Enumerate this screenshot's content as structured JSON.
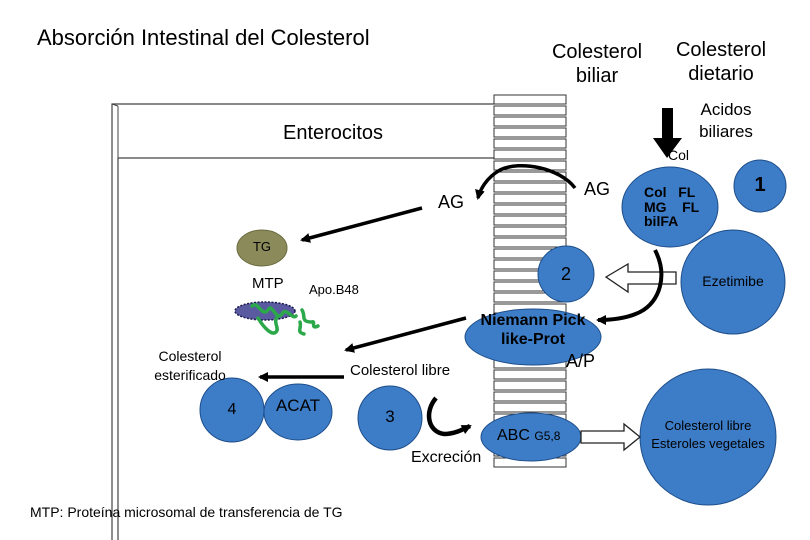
{
  "title": "Absorción Intestinal del Colesterol",
  "sources": {
    "biliar": [
      "Colesterol",
      "biliar"
    ],
    "dietario": [
      "Colesterol",
      "dietario"
    ]
  },
  "lumen": {
    "acidos_biliares": [
      "Acidos",
      "biliares"
    ],
    "col": "Col",
    "micelle_lines": [
      "Col   FL",
      "MG    FL",
      "bilFA"
    ],
    "step1": "1",
    "ezetimibe": "Ezetimibe",
    "plant": [
      "Colesterol libre",
      "Esteroles vegetales"
    ]
  },
  "cell": {
    "enterocitos": "Enterocitos",
    "ag_left": "AG",
    "ag_right": "AG",
    "tg": "TG",
    "mtp": "MTP",
    "apob48": "Apo.B48",
    "esterificado": [
      "Colesterol",
      "esterificado"
    ],
    "step4": "4",
    "acat": "ACAT",
    "colesterol_libre": "Colesterol libre",
    "step3": "3",
    "excrecion": "Excreción"
  },
  "membrane": {
    "step2": "2",
    "npc": [
      "Niemann Pick",
      "like-Prot"
    ],
    "ap": "A/P",
    "abc": "ABC",
    "abc_sub": "G5,8"
  },
  "footnote": "MTP: Proteína microsomal de transferencia de TG",
  "colors": {
    "circle_blue": "#3d7dc8",
    "tg_olive": "#8a8a5a",
    "vesicle_dark": "#2b2b6b",
    "apo_green": "#2aa84a"
  }
}
